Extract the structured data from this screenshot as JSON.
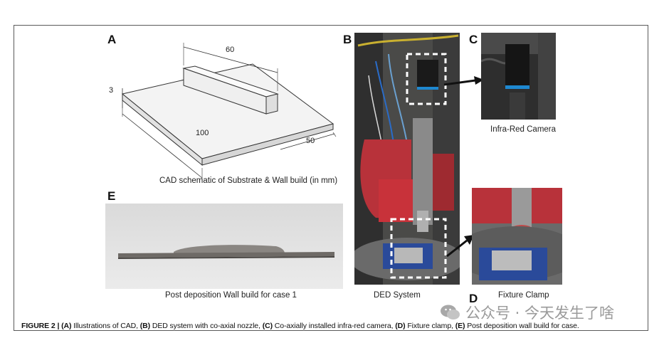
{
  "panels": {
    "a": {
      "letter": "A",
      "dim_top": "60",
      "dim_left": "3",
      "dim_bottom": "100",
      "dim_right": "50",
      "caption": "CAD schematic of Substrate & Wall build (in mm)"
    },
    "b": {
      "letter": "B",
      "caption": "DED System"
    },
    "c": {
      "letter": "C",
      "caption": "Infra-Red Camera"
    },
    "d": {
      "letter": "D",
      "caption": "Fixture Clamp"
    },
    "e": {
      "letter": "E",
      "caption": "Post deposition Wall build for case 1"
    }
  },
  "figure_caption": {
    "label": "FIGURE 2 |",
    "a_ref": "(A)",
    "a_text": "Illustrations of CAD,",
    "b_ref": "(B)",
    "b_text": "DED system with co-axial nozzle,",
    "c_ref": "(C)",
    "c_text": "Co-axially installed infra-red camera,",
    "d_ref": "(D)",
    "d_text": "Fixture clamp,",
    "e_ref": "(E)",
    "e_text": "Post deposition wall build for case."
  },
  "watermark": {
    "text": "公众号 · 今天发生了啥",
    "icon": "wechat-icon"
  },
  "colors": {
    "frame": "#5a5a5a",
    "machine_red": "#c8323a",
    "vise_blue": "#2a4a9a",
    "camera_blue": "#1e88d0"
  }
}
